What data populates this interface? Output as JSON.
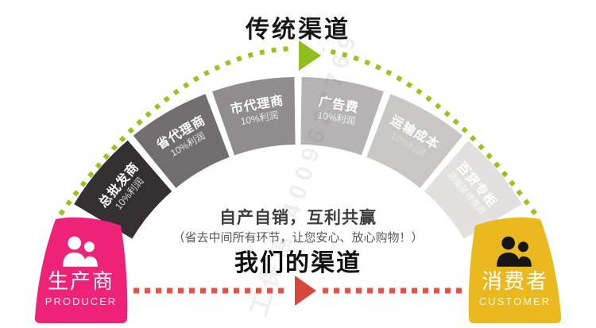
{
  "titles": {
    "traditional_channel": "传统渠道",
    "our_channel": "我们的渠道"
  },
  "center": {
    "slogan": "自产自销，互利共赢",
    "note": "（省去中间所有环节，让您安心、放心购物！）"
  },
  "segments": [
    {
      "label": "总批发商",
      "sublabel": "10%利润",
      "color": "#343031"
    },
    {
      "label": "省代理商",
      "sublabel": "10%利润",
      "color": "#716e6f"
    },
    {
      "label": "市代理商",
      "sublabel": "10%利润",
      "color": "#908d8e"
    },
    {
      "label": "广告费",
      "sublabel": "10%利润",
      "color": "#b5b3b4"
    },
    {
      "label": "运输成本",
      "sublabel": "10%利润",
      "color": "#c9c7c5"
    },
    {
      "label": "百货专柜",
      "sublabel": "店面装修费用",
      "color": "#e2e1df"
    }
  ],
  "producer": {
    "label": "生产商",
    "sublabel": "PRODUCER",
    "color": "#ee2378"
  },
  "customer": {
    "label": "消费者",
    "sublabel": "CUSTOMER",
    "color": "#e9b91f"
  },
  "colors": {
    "green_dash": "#9ac320",
    "green_arrow": "#8ebf1e",
    "red_dash": "#e2544a",
    "red_arrow": "#d8473c"
  },
  "watermark": "工保信 4009627769"
}
